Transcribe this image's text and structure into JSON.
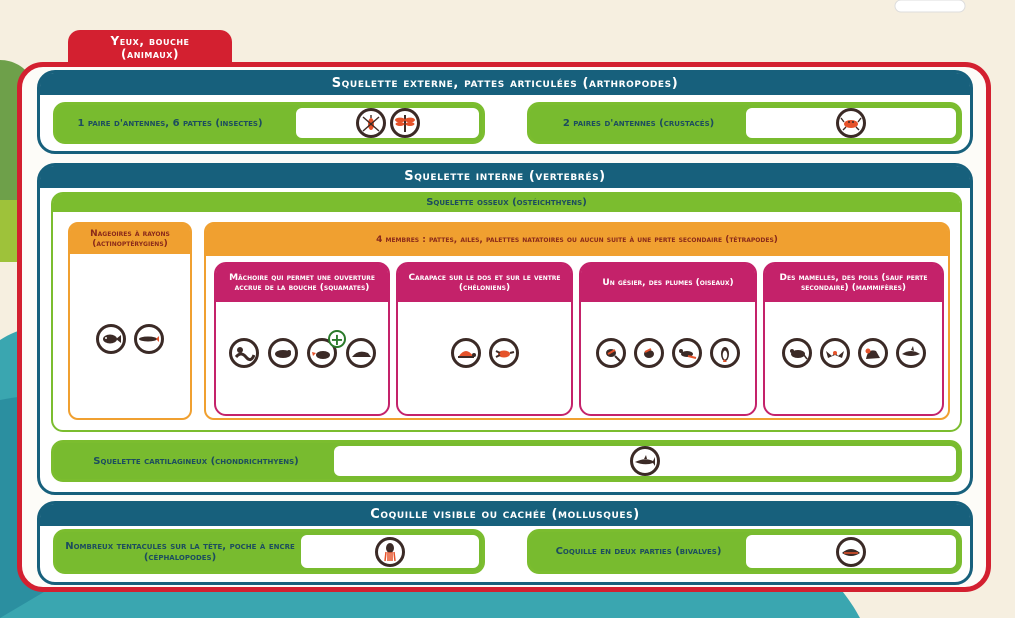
{
  "title": "Yeux, bouche (animaux)",
  "title_lines": [
    "Yeux, bouche",
    "(animaux)"
  ],
  "arthropods": {
    "header": "Squelette externe, pattes articulées (arthropodes)",
    "insects": {
      "label": "1 paire d'antennes, 6 pattes (insectes)",
      "icons": [
        "mosquito-icon",
        "dragonfly-icon"
      ]
    },
    "crustaceans": {
      "label": "2 paires d'antennes (crustacés)",
      "icons": [
        "crab-icon"
      ]
    }
  },
  "vertebrates": {
    "header": "Squelette interne (vertebrés)",
    "bony": {
      "header": "Squelette osseux (ostéichthyens)",
      "ray_finned": {
        "label": "Nageoires à rayons (actinoptérygiens)",
        "icons": [
          "fish-icon",
          "pike-icon"
        ]
      },
      "tetrapods": {
        "header": "4 membres : pattes, ailes, palettes natatoires ou aucun suite à une perte secondaire (tétrapodes)",
        "squamates": {
          "label": "Mâchoire qui permet une ouverture accrue de la bouche (squamates)",
          "icons": [
            "snake-icon",
            "lizard-icon",
            "platypus-icon",
            "seal-icon"
          ],
          "badge": "+"
        },
        "chelonians": {
          "label": "Carapace sur le dos et sur le ventre (chéloniens)",
          "icons": [
            "turtle-icon",
            "sea-turtle-icon"
          ]
        },
        "birds": {
          "label": "Un gésier, des plumes (oiseaux)",
          "icons": [
            "bird-icon",
            "blackbird-icon",
            "heron-icon",
            "penguin-icon"
          ]
        },
        "mammals": {
          "label": "Des mamelles, des poils (sauf perte secondaire) (mammifères)",
          "icons": [
            "mouse-icon",
            "bat-icon",
            "sea-lion-icon",
            "dolphin-icon"
          ]
        }
      }
    },
    "cartilaginous": {
      "label": "Squelette cartilagineux (chondrichthyens)",
      "icons": [
        "shark-icon"
      ]
    }
  },
  "mollusks": {
    "header": "Coquille visible ou cachée (mollusques)",
    "cephalopods": {
      "label": "Nombreux tentacules sur la tête, poche à encre (céphalopodes)",
      "icons": [
        "squid-icon"
      ]
    },
    "bivalves": {
      "label": "Coquille en deux parties (bivalves)",
      "icons": [
        "mussel-icon"
      ]
    }
  },
  "colors": {
    "red": "#d32030",
    "blue": "#17607c",
    "green": "#7bbd2f",
    "orange": "#f0a030",
    "magenta": "#c4226a"
  }
}
